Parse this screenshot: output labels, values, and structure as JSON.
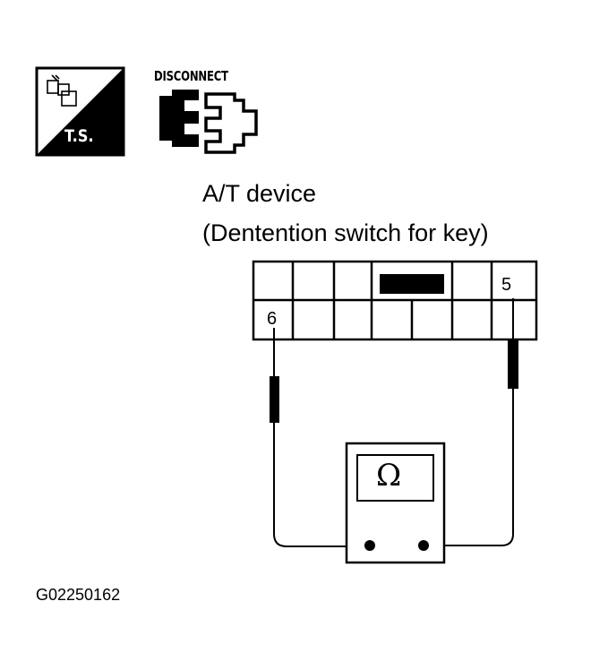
{
  "icons": {
    "trouble_shooting_label": "T.S.",
    "disconnect_label": "DISCONNECT"
  },
  "device": {
    "title": "A/T device",
    "subtitle": "(Dentention switch for key)"
  },
  "connector": {
    "terminal_a": "5",
    "terminal_b": "6"
  },
  "meter": {
    "symbol": "Ω"
  },
  "figure_code": "G02250162"
}
